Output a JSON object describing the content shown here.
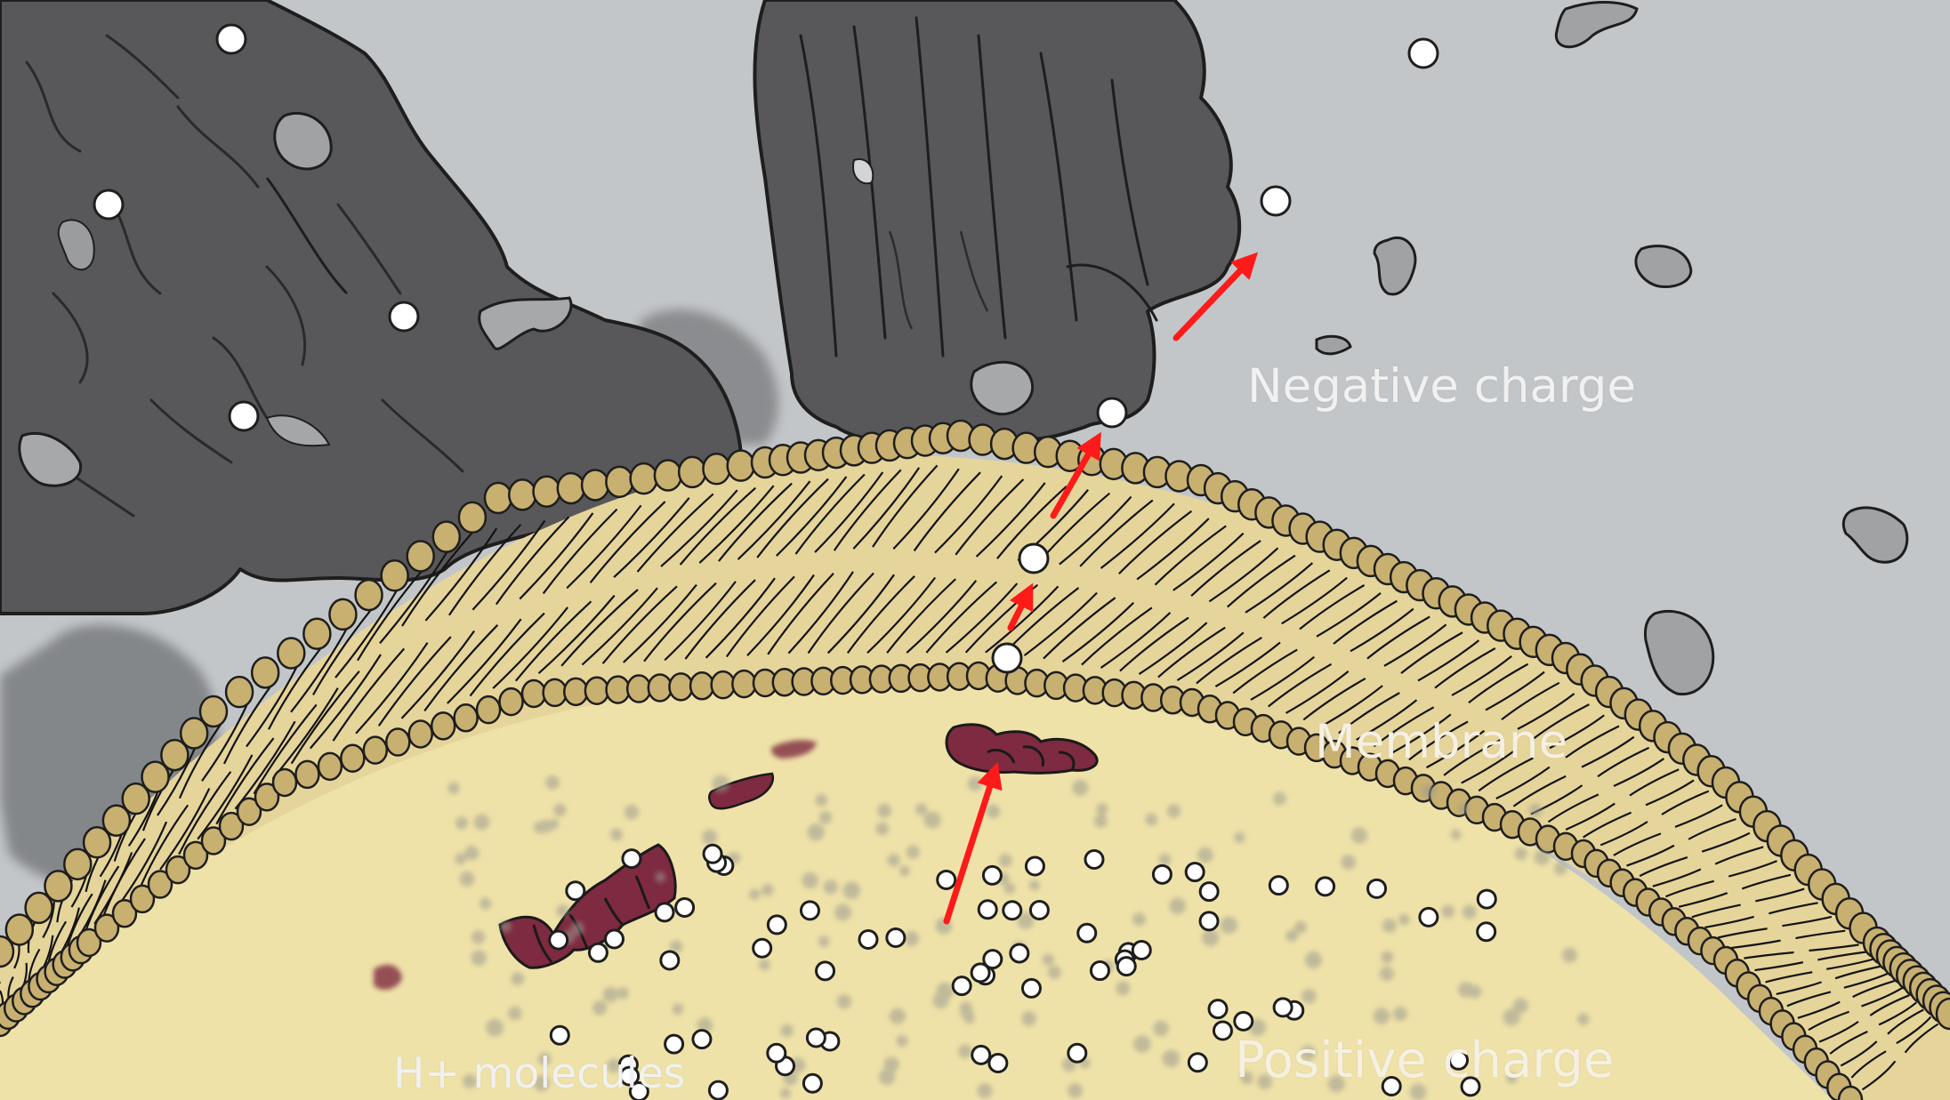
{
  "labels": {
    "negative_charge": "Negative charge",
    "membrane": "Membrane",
    "positive_charge": "Positive charge",
    "h_molecules": "H+ molecules"
  },
  "colors": {
    "background": "#c3c6c9",
    "protein": "#58585a",
    "protein_outline": "#1e1e1e",
    "lipid_head": "#c8b070",
    "membrane_band": "#e6d59a",
    "cell_interior": "#efe2a8",
    "enzyme": "#7e2a40",
    "arrow": "#ff1a1a",
    "ion": "#ffffff"
  },
  "icons": {
    "arrow": "red-arrow-icon",
    "ion": "h-plus-ion-icon",
    "enzyme": "enzyme-cluster-icon"
  }
}
